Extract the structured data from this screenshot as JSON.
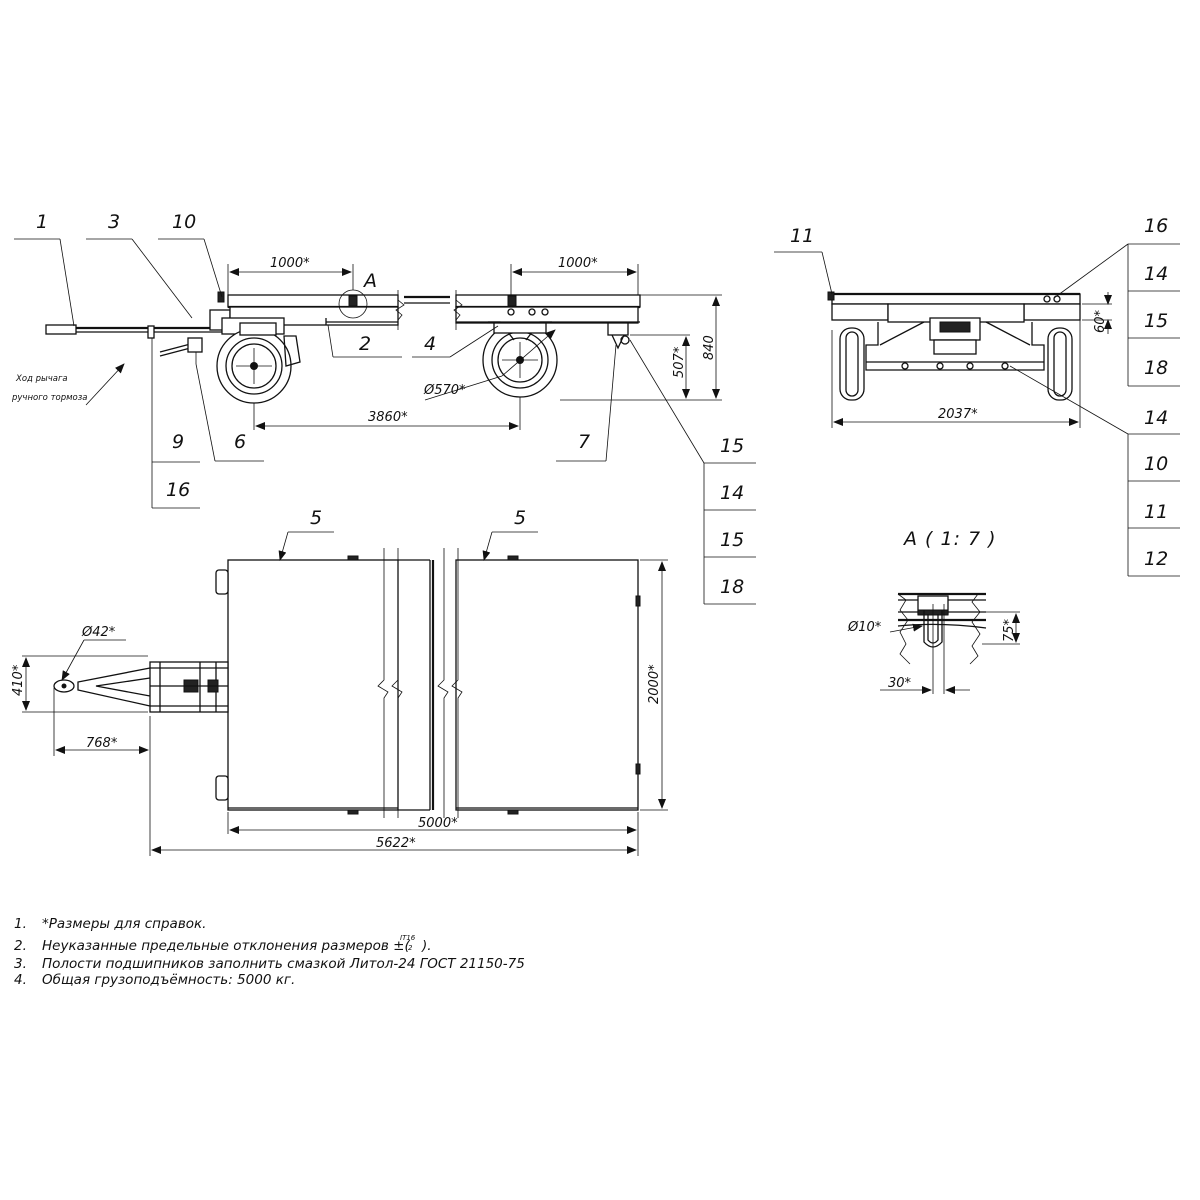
{
  "side_view": {
    "callouts": {
      "c1": "1",
      "c3": "3",
      "c10": "10",
      "c2": "2",
      "c4": "4",
      "c6": "6",
      "c7": "7",
      "c9": "9",
      "c16": "16",
      "view_a": "A"
    },
    "dims": {
      "d1000a": "1000*",
      "d1000b": "1000*",
      "d840": "840",
      "d507": "507*",
      "d570": "Ø570*",
      "d3860": "3860*"
    },
    "note_lever_1": "Ход рычага",
    "note_lever_2": "ручного тормоза",
    "stack_right": [
      "15",
      "14",
      "15",
      "18"
    ]
  },
  "rear_view": {
    "c11": "11",
    "d60": "60*",
    "d2037": "2037*",
    "stack_top": [
      "16",
      "14",
      "15",
      "18"
    ],
    "stack_bottom": [
      "14",
      "10",
      "11",
      "12"
    ]
  },
  "plan_view": {
    "c5a": "5",
    "c5b": "5",
    "d42": "Ø42*",
    "d410": "410*",
    "d768": "768*",
    "d2000": "2000*",
    "d5000": "5000*",
    "d5622": "5622*"
  },
  "detail_a": {
    "title": "А ( 1: 7 )",
    "d10": "Ø10*",
    "d75": "75*",
    "d30": "30*"
  },
  "notes": [
    {
      "num": "1.",
      "text": "*Размеры для справок."
    },
    {
      "num": "2.",
      "text": "Неуказанные предельные отклонения размеров ±(",
      "frac_top": "IT16",
      "frac_bot": "2",
      "tail": ")."
    },
    {
      "num": "3.",
      "text": "Полости подшипников заполнить смазкой Литол-24 ГОСТ 21150-75"
    },
    {
      "num": "4.",
      "text": "Общая грузоподъёмность: 5000 кг."
    }
  ]
}
